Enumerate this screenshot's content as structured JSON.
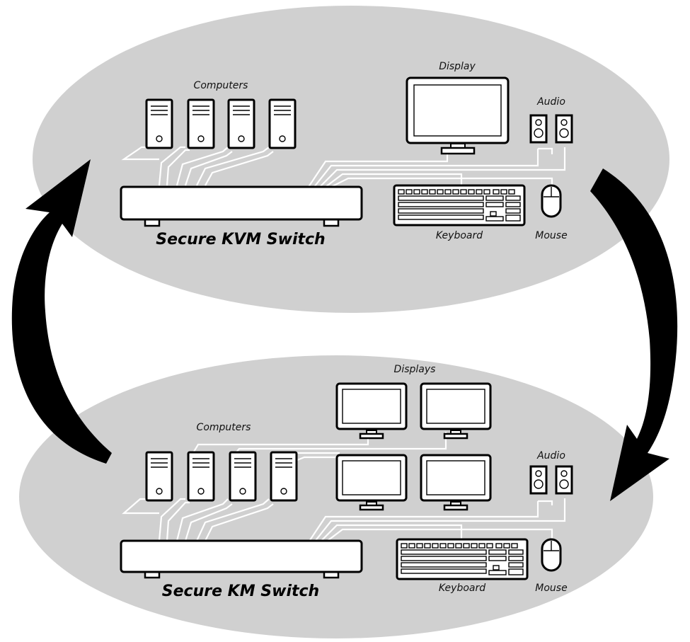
{
  "colors": {
    "ellipse": "#d0d0d0",
    "outline": "#000000",
    "fill": "#ffffff",
    "arrow": "#000000"
  },
  "top": {
    "computers_label": "Computers",
    "display_label": "Display",
    "audio_label": "Audio",
    "keyboard_label": "Keyboard",
    "mouse_label": "Mouse",
    "switch_title": "Secure KVM Switch"
  },
  "bottom": {
    "computers_label": "Computers",
    "displays_label": "Displays",
    "audio_label": "Audio",
    "keyboard_label": "Keyboard",
    "mouse_label": "Mouse",
    "switch_title": "Secure KM Switch"
  },
  "icons": {
    "cycle_arrows": "curved-arrow-icon",
    "computer": "tower-computer-icon",
    "display": "monitor-icon",
    "speaker": "speaker-icon",
    "keyboard": "keyboard-icon",
    "mouse": "mouse-icon"
  }
}
